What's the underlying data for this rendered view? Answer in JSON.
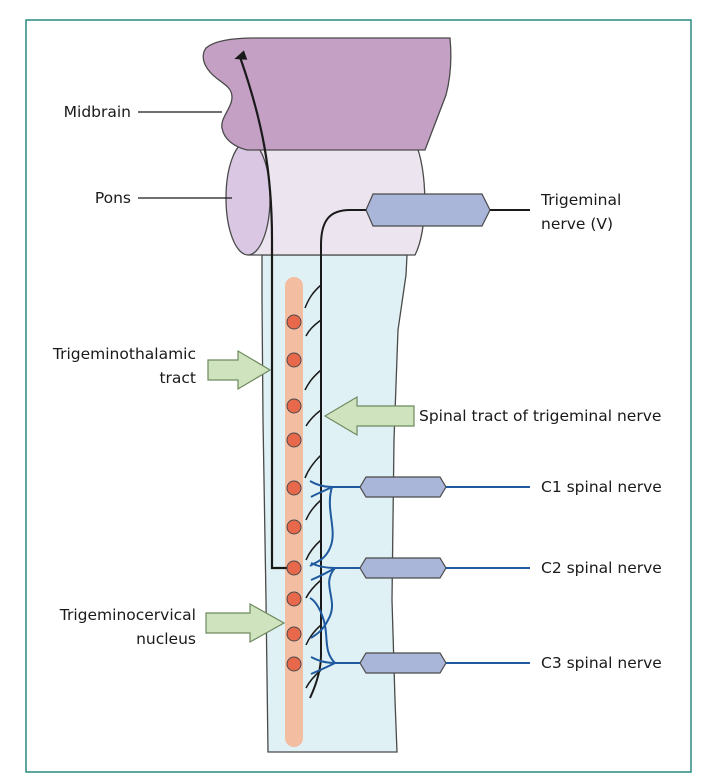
{
  "labels": {
    "midbrain": "Midbrain",
    "pons": "Pons",
    "trigeminal_line1": "Trigeminal",
    "trigeminal_line2": "nerve (V)",
    "trigeminothalamic_line1": "Trigeminothalamic",
    "trigeminothalamic_line2": "tract",
    "spinal_tract": "Spinal tract of trigeminal nerve",
    "c1": "C1 spinal nerve",
    "c2": "C2 spinal nerve",
    "c3": "C3 spinal nerve",
    "trigeminocervical_line1": "Trigeminocervical",
    "trigeminocervical_line2": "nucleus"
  },
  "colors": {
    "frame": "#2a8a7e",
    "midbrain": "#c4a0c4",
    "pons": "#ece4ef",
    "pons_end": "#d9c7e3",
    "cord": "#dff1f4",
    "nucleus": "#f3bda2",
    "neuron": "#e7684b",
    "nerve_root": "#a9b5d9",
    "spinal_nerve_line": "#1f5aa0",
    "arrow_fill": "#cfe3bf"
  }
}
